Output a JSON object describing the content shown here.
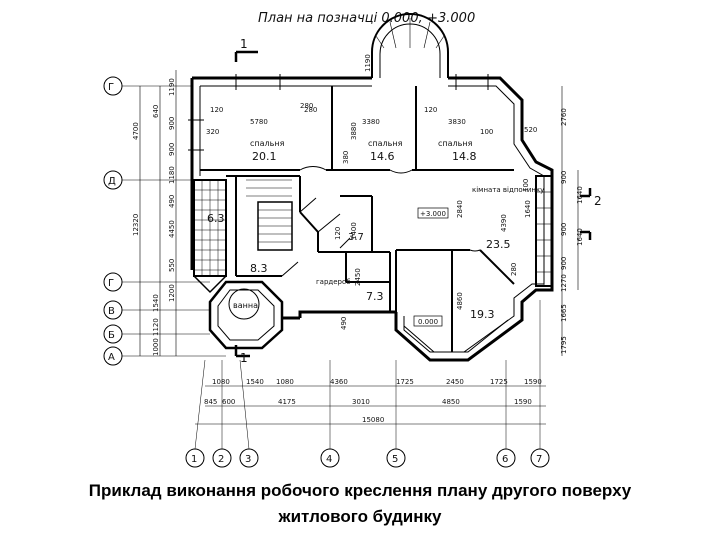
{
  "title": "План на позначці 0.000; +3.000",
  "section_mark": "1",
  "section_mark2": "2",
  "caption_line1": "Приклад виконання робочого креслення плану другого поверху",
  "caption_line2": "житлового будинку",
  "axes_horizontal": [
    "Г",
    "Д",
    "Г",
    "В",
    "Б",
    "А"
  ],
  "axes_vertical": [
    "1",
    "2",
    "3",
    "4",
    "5",
    "6",
    "7"
  ],
  "rooms": [
    {
      "name": "спальня",
      "area": "20.1"
    },
    {
      "name": "спальня",
      "area": "14.6"
    },
    {
      "name": "спальня",
      "area": "14.8"
    },
    {
      "name": "кімната відпочинку",
      "area": "23.5"
    },
    {
      "name": "",
      "area": "6.3"
    },
    {
      "name": "",
      "area": "8.3"
    },
    {
      "name": "",
      "area": "3.7"
    },
    {
      "name": "гардероб",
      "area": "7.3"
    },
    {
      "name": "",
      "area": "19.3"
    },
    {
      "name": "ванна",
      "area": ""
    }
  ],
  "level_marks": [
    "+3.000",
    "0.000"
  ],
  "dims_bottom_row1": [
    "1080",
    "1540",
    "1080",
    "4360",
    "1725",
    "2450",
    "1725",
    "1590"
  ],
  "dims_bottom_row2": [
    "845",
    "600",
    "4175",
    "3010",
    "4850",
    "1590"
  ],
  "dims_total": "15080",
  "dims_left": [
    "1190",
    "640",
    "900",
    "4700",
    "900",
    "1180",
    "490",
    "12320",
    "4450",
    "550",
    "1200",
    "1540",
    "1120",
    "1000"
  ],
  "dims_top_inner": [
    "5780",
    "280",
    "3380",
    "120",
    "3830",
    "320",
    "100",
    "520",
    "1190",
    "120",
    "100"
  ],
  "dims_right": [
    "2760",
    "900",
    "1640",
    "900",
    "1640",
    "900",
    "1270",
    "1665",
    "1795"
  ],
  "dims_misc": [
    "3880",
    "380",
    "2840",
    "4390",
    "2450",
    "4860",
    "120",
    "1400",
    "280",
    "490",
    "280",
    "1640"
  ]
}
